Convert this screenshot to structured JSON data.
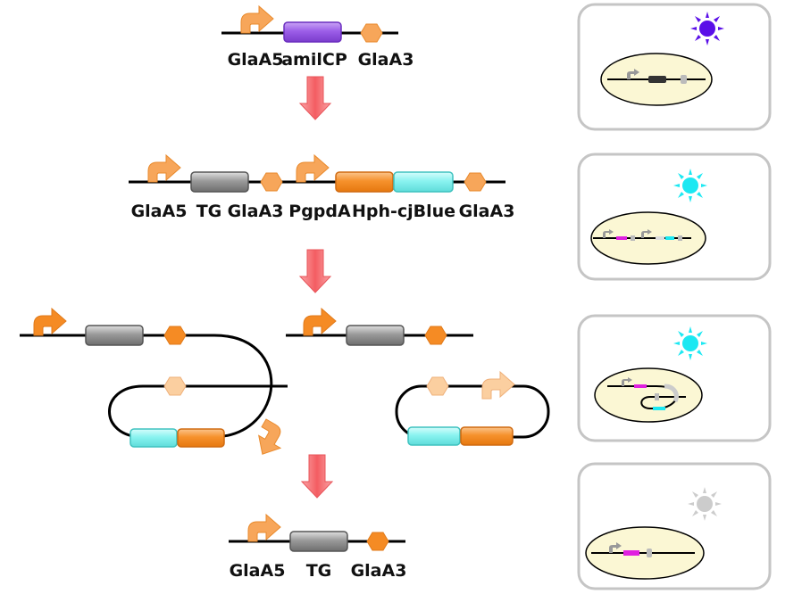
{
  "construct1": {
    "labels": [
      "GlaA5",
      "amilCP",
      "GlaA3"
    ]
  },
  "construct2": {
    "labels": [
      "GlaA5",
      "TG",
      "GlaA3",
      "PgpdA",
      "Hph-cjBlue",
      "GlaA3"
    ]
  },
  "construct4": {
    "labels": [
      "GlaA5",
      "TG",
      "GlaA3"
    ]
  },
  "colors": {
    "promoter": "#f7a65a",
    "terminator": "#f7a65a",
    "amilCP": "#8f4de0",
    "TG": "#8d8d8d",
    "Hph": "#f58b24",
    "cjBlue": "#7ff0ee",
    "arrow": "#f2676b",
    "sun_purple": "#5a0fe8",
    "sun_cyan": "#1ce8f2",
    "sun_gray": "#cccccc",
    "cell": "#fbf7d4",
    "panel_border": "#c5c5c5"
  }
}
